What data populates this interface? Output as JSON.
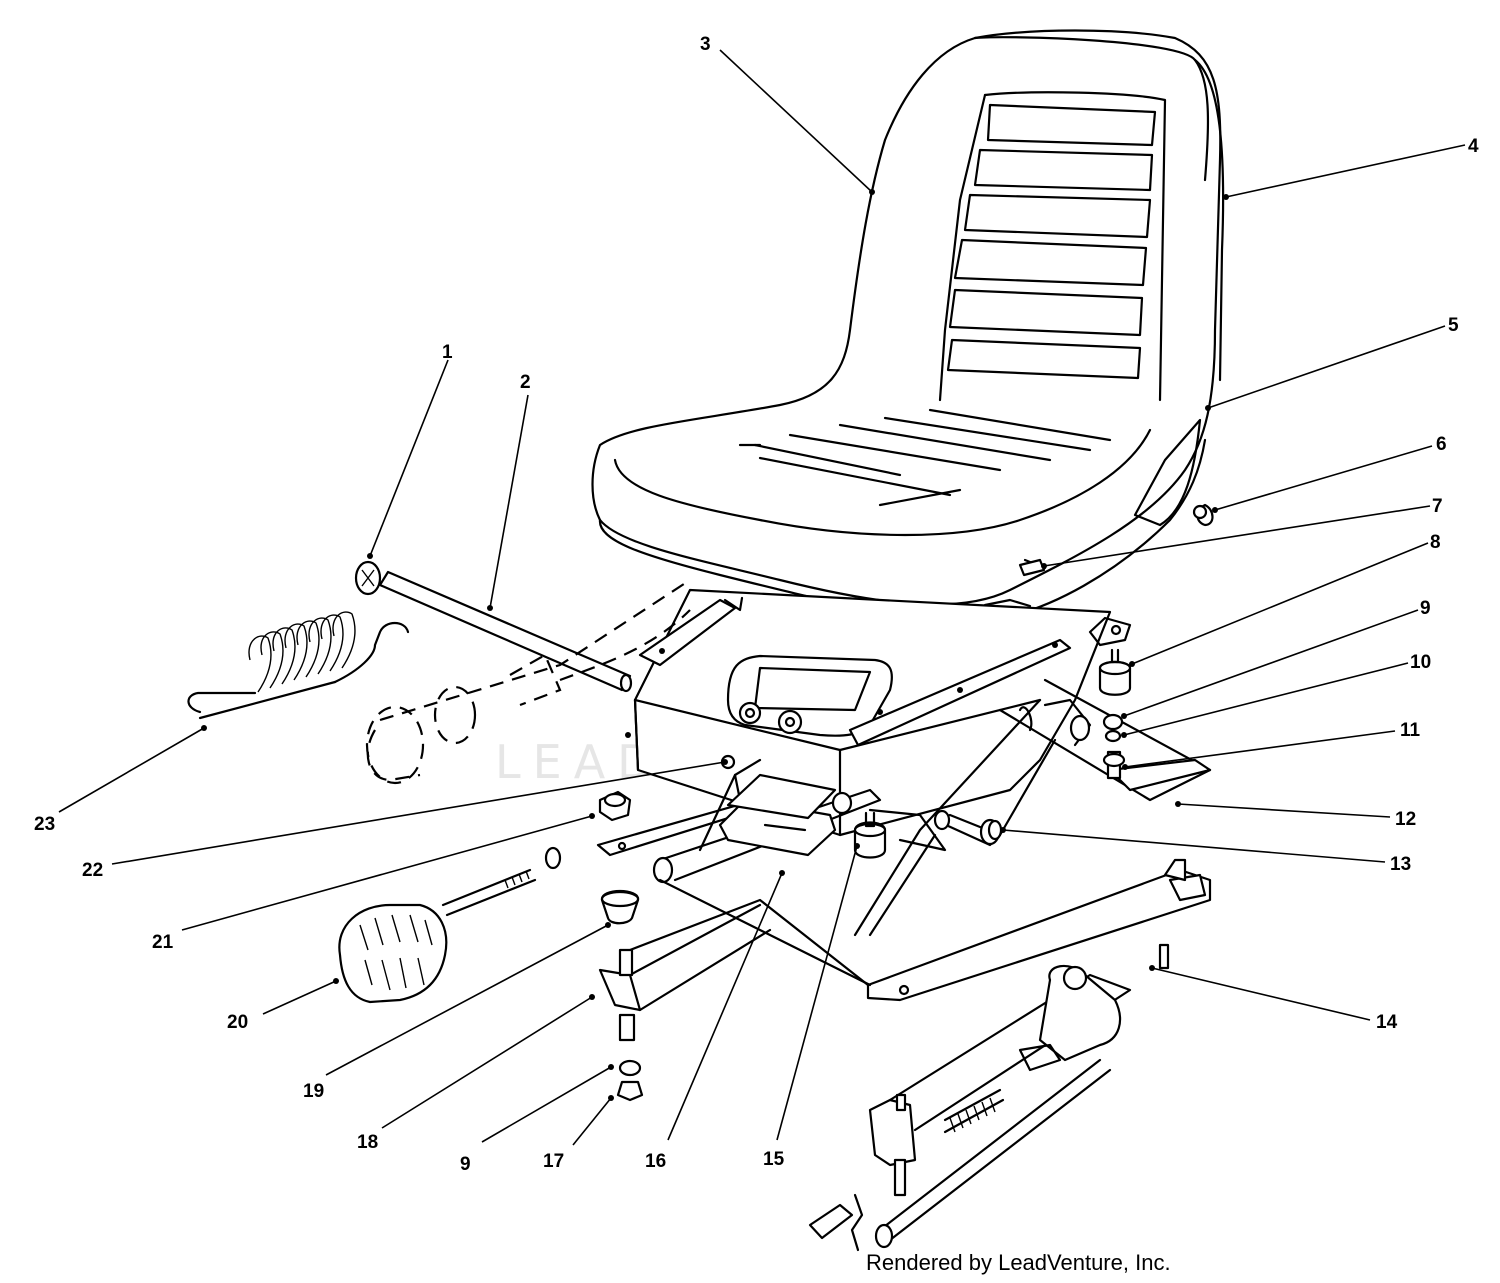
{
  "diagram": {
    "callouts": [
      {
        "id": "c1",
        "label": "1"
      },
      {
        "id": "c2",
        "label": "2"
      },
      {
        "id": "c3",
        "label": "3"
      },
      {
        "id": "c4",
        "label": "4"
      },
      {
        "id": "c5",
        "label": "5"
      },
      {
        "id": "c6",
        "label": "6"
      },
      {
        "id": "c7",
        "label": "7"
      },
      {
        "id": "c8",
        "label": "8"
      },
      {
        "id": "c9a",
        "label": "9"
      },
      {
        "id": "c10",
        "label": "10"
      },
      {
        "id": "c11",
        "label": "11"
      },
      {
        "id": "c12",
        "label": "12"
      },
      {
        "id": "c13",
        "label": "13"
      },
      {
        "id": "c14",
        "label": "14"
      },
      {
        "id": "c15",
        "label": "15"
      },
      {
        "id": "c16",
        "label": "16"
      },
      {
        "id": "c17",
        "label": "17"
      },
      {
        "id": "c9b",
        "label": "9"
      },
      {
        "id": "c18",
        "label": "18"
      },
      {
        "id": "c19",
        "label": "19"
      },
      {
        "id": "c20",
        "label": "20"
      },
      {
        "id": "c21",
        "label": "21"
      },
      {
        "id": "c22",
        "label": "22"
      },
      {
        "id": "c23",
        "label": "23"
      }
    ],
    "watermark": "LEADVENTURE",
    "credit": "Rendered by LeadVenture, Inc."
  }
}
